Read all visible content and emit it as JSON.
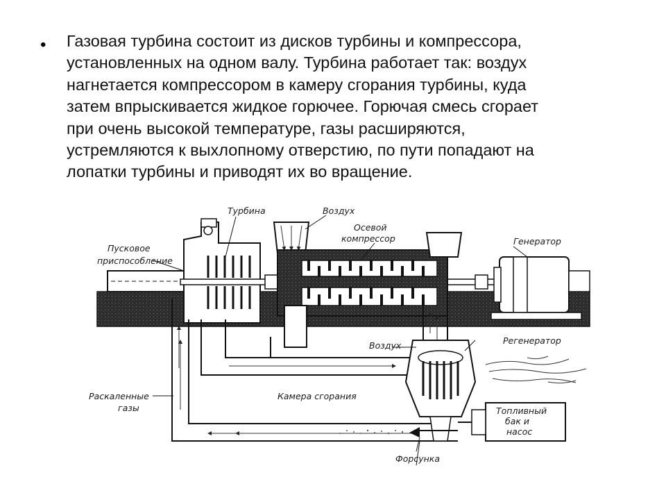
{
  "slide": {
    "bullet_symbol": "•",
    "text": "Газовая турбина состоит из дисков турбины и компрессора,\nустановленных на одном валу. Турбина работает так: воздух\nнагнетается компрессором в камеру сгорания турбины, куда\nзатем впрыскивается жидкое горючее. Горючая смесь сгорает\nпри очень высокой температуре, газы расширяются,\nустремляются к выхлопному отверстию, по пути попадают на\nлопатки турбины и приводят их во вращение."
  },
  "diagram": {
    "labels": {
      "turbine": "Турбина",
      "air_top": "Воздух",
      "axial_compressor_1": "Осевой",
      "axial_compressor_2": "компрессор",
      "starter_1": "Пусковое",
      "starter_2": "приспособление",
      "generator": "Генератор",
      "regenerator": "Регенератор",
      "air_mid": "Воздух",
      "hot_gases_1": "Раскаленные",
      "hot_gases_2": "газы",
      "combustion_chamber": "Камера сгорания",
      "fuel_tank_1": "Топливный",
      "fuel_tank_2": "бак и",
      "fuel_tank_3": "насос",
      "nozzle": "Форсунка"
    }
  }
}
